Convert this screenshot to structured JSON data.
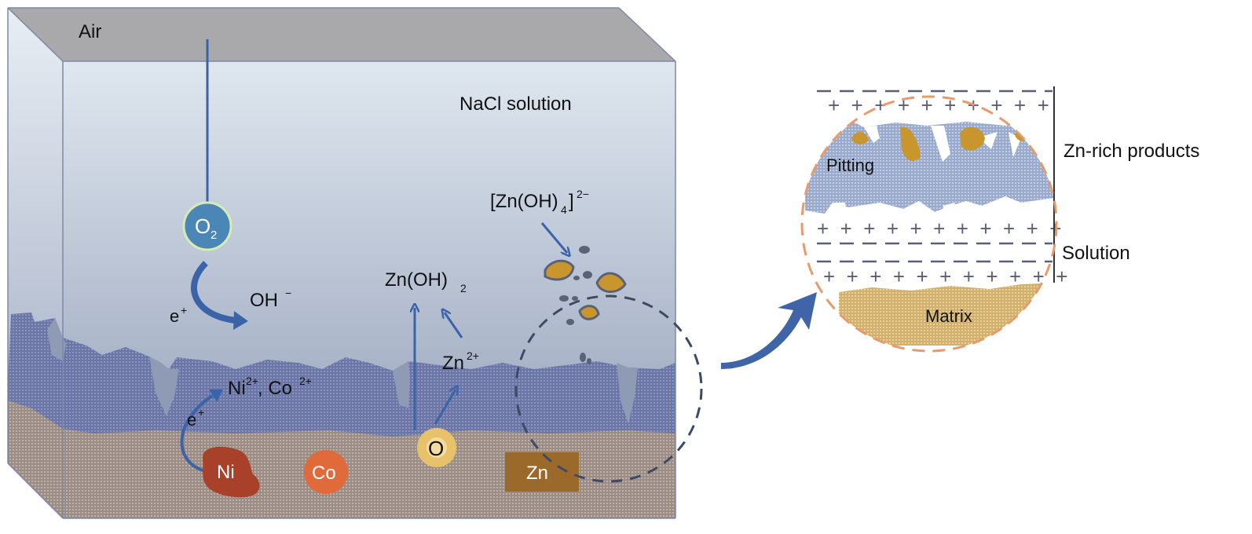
{
  "labels": {
    "air": "Air",
    "nacl": "NaCl solution",
    "o2_main": "O",
    "o2_sub": "2",
    "electron": "e",
    "electron_sup": "+",
    "electron2": "e",
    "electron2_sup": "+",
    "oh_main": "OH",
    "oh_sup": "−",
    "ni_ion": "Ni",
    "ni_sup": "2+",
    "comma_co": ", Co",
    "co_sup": "2+",
    "znoh2_main": "Zn(OH)",
    "znoh2_sub": "2",
    "zn_ion": "Zn",
    "zn_sup": "2+",
    "complex_a": "[Zn(OH)",
    "complex_sub": "4",
    "complex_b": "]",
    "complex_sup": "2−",
    "ni": "Ni",
    "co": "Co",
    "o": "O",
    "zn": "Zn",
    "pitting": "Pitting",
    "matrix": "Matrix",
    "zn_rich": "Zn-rich products",
    "solution": "Solution"
  },
  "colors": {
    "air": "#a9a9ab",
    "solution_top": "#dfe7ef",
    "solution_bottom": "#8f9bb5",
    "corrosion_layer": "#6b75a6",
    "matrix": "#a89b92",
    "arrow": "#3a63a8",
    "o2_fill": "#4a86b6",
    "ni_fill": "#a9412a",
    "co_fill": "#e06a3a",
    "o_fill": "#e8c26a",
    "zn_fill": "#9b6a2a",
    "particle": "#c9962e",
    "circle_border": "#e89a6c",
    "inset_matrix": "#d9b97a",
    "inset_pitting": "#a7b6d4"
  }
}
